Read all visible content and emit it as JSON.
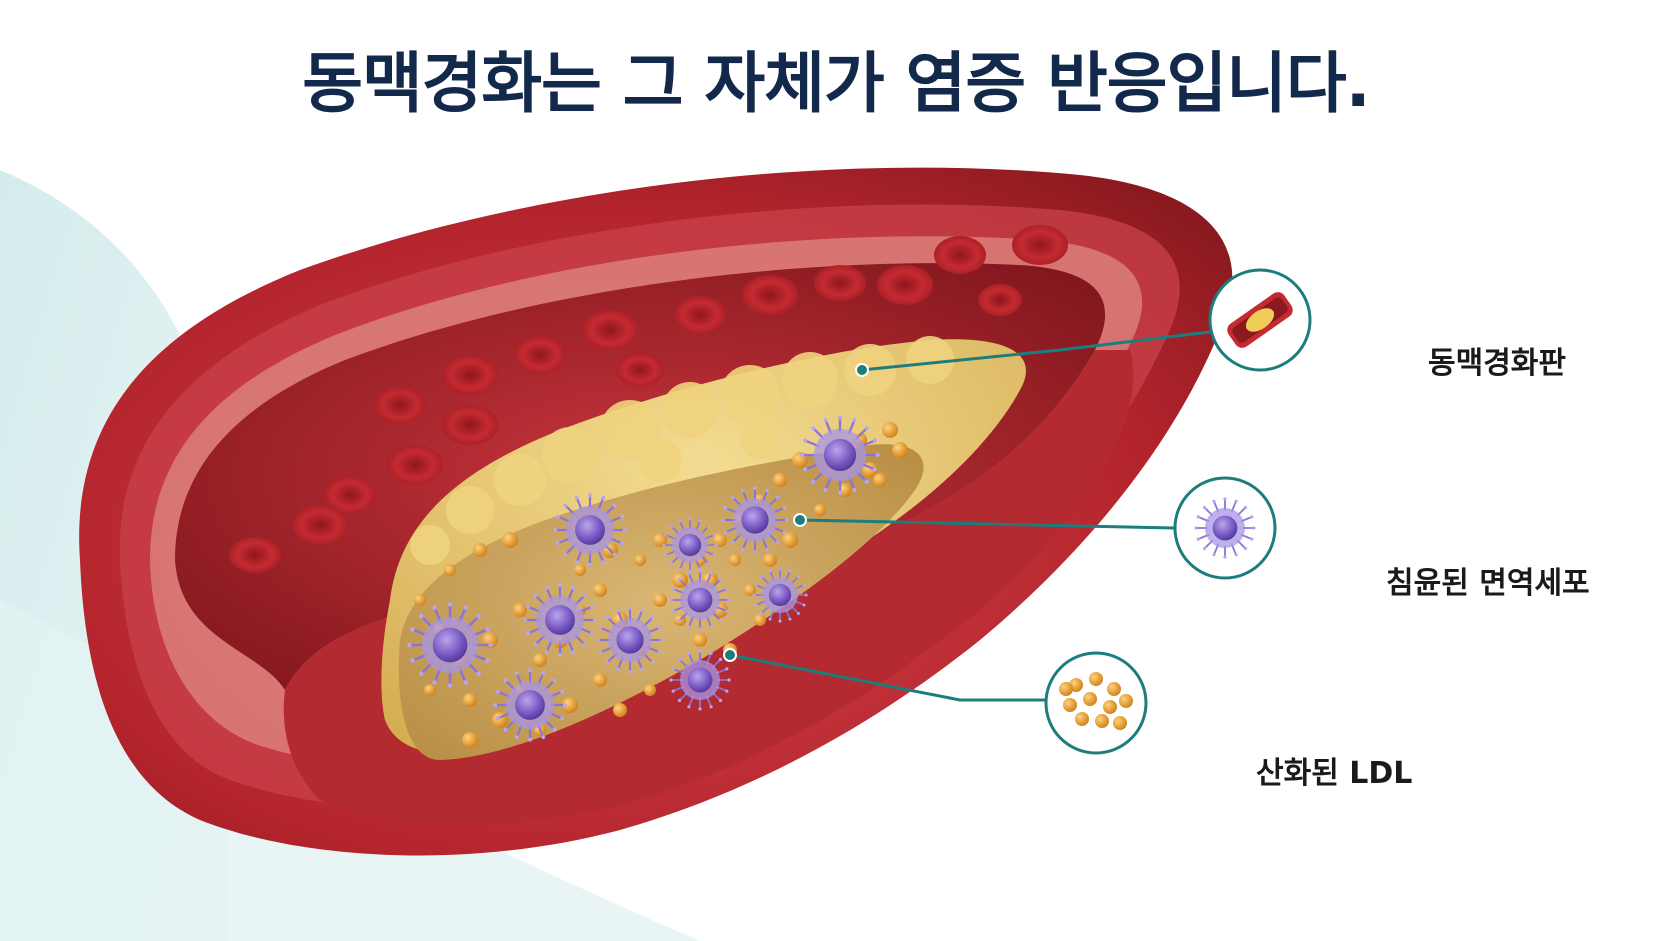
{
  "title": "동맥경화는 그 자체가 염증 반응입니다.",
  "callouts": [
    {
      "label": "동맥경화판",
      "icon": "plaque-artery-icon"
    },
    {
      "label": "침윤된 면역세포",
      "icon": "immune-cell-icon"
    },
    {
      "label": "산화된 LDL",
      "icon": "ldl-particles-icon"
    }
  ],
  "colors": {
    "title": "#13294b",
    "vessel_wall": "#b8272f",
    "plaque": "#e8c66a",
    "immune_cell": "#7a5bc4",
    "ldl": "#e49a2a",
    "callout_line": "#1d7d7d"
  }
}
